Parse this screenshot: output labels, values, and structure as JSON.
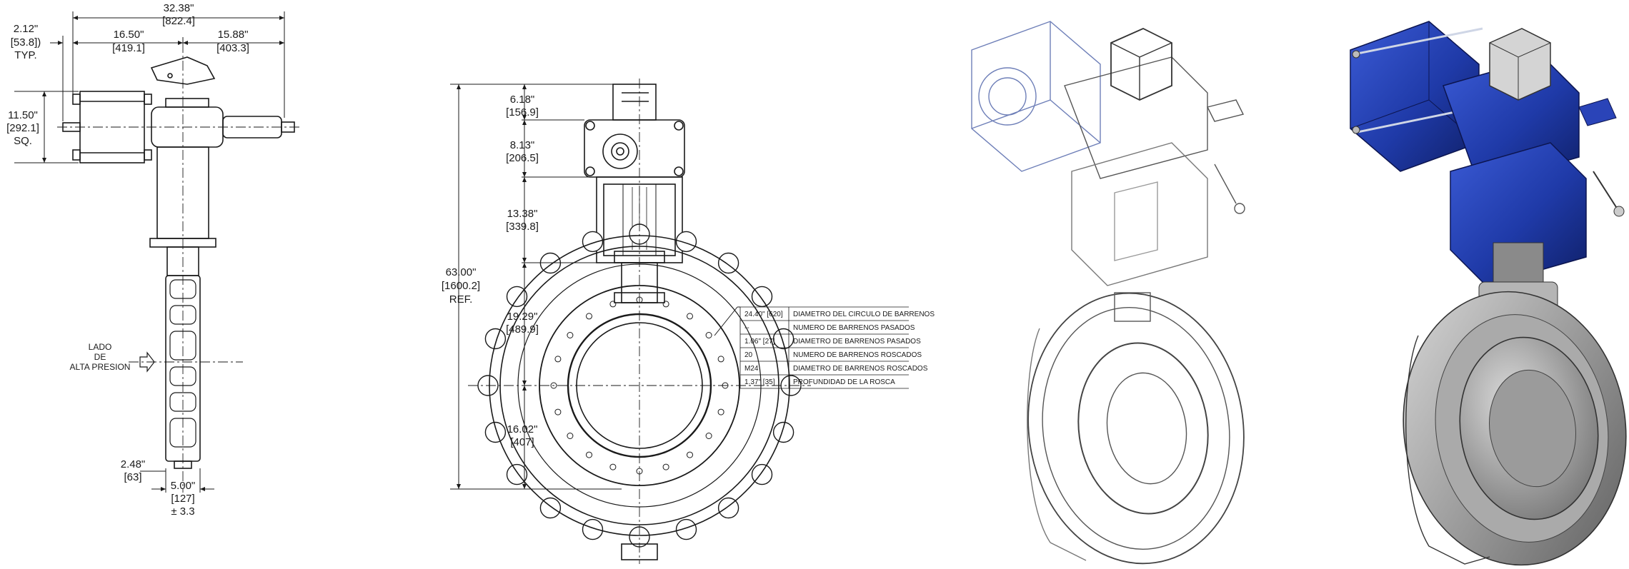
{
  "left_view": {
    "overall_width": [
      "32.38\"",
      "[822.4]"
    ],
    "flange_offset": [
      "2.12\"",
      "[53.8])",
      "TYP."
    ],
    "left_span": [
      "16.50\"",
      "[419.1]"
    ],
    "right_span": [
      "15.88\"",
      "[403.3]"
    ],
    "actuator_square": [
      "11.50\"",
      "[292.1]",
      "SQ."
    ],
    "pressure_side": [
      "LADO",
      "DE",
      "ALTA PRESION"
    ],
    "face_width": [
      "2.48\"",
      "[63]"
    ],
    "body_width": [
      "5.00\"",
      "[127]",
      "± 3.3"
    ]
  },
  "front_view": {
    "overall_height": [
      "63.00\"",
      "[1600.2]",
      "REF."
    ],
    "switch_height": [
      "6.18\"",
      "[156.9]"
    ],
    "actuator_height": [
      "8.13\"",
      "[206.5]"
    ],
    "bracket_height": [
      "13.38\"",
      "[339.8]"
    ],
    "upper_body": [
      "19.29\"",
      "[489.9]"
    ],
    "lower_body": [
      "16.02\"",
      "[407]"
    ]
  },
  "spec_table": [
    {
      "value": "24.40\" [620]",
      "label": "DIAMETRO DEL CIRCULO DE BARRENOS"
    },
    {
      "value": "--",
      "label": "NUMERO DE BARRENOS PASADOS"
    },
    {
      "value": "1.06\" [27]",
      "label": "DIAMETRO DE BARRENOS PASADOS"
    },
    {
      "value": "20",
      "label": "NUMERO DE BARRENOS ROSCADOS"
    },
    {
      "value": "M24",
      "label": "DIAMETRO DE BARRENOS ROSCADOS"
    },
    {
      "value": "1.37\" [35]",
      "label": "PROFUNDIDAD DE LA ROSCA"
    }
  ],
  "colors": {
    "line": "#1a1a1a",
    "actuator_blue": "#1f3aa8",
    "steel": "#9a9a9a",
    "ghost": "#6e7fb8"
  }
}
